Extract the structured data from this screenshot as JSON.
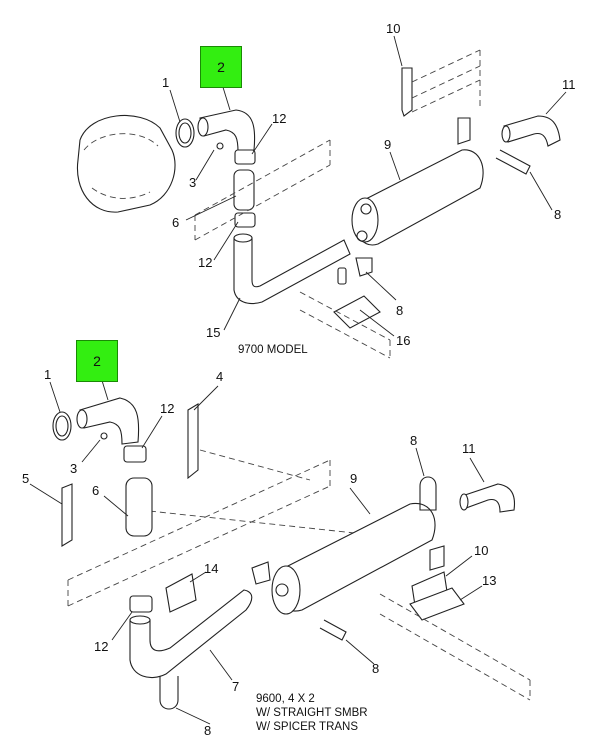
{
  "diagrams": [
    {
      "caption_lines": [
        "9700 MODEL"
      ],
      "highlighted_callout": "2",
      "callouts": [
        "1",
        "3",
        "12",
        "6",
        "12",
        "15",
        "10",
        "11",
        "9",
        "8",
        "8",
        "16"
      ]
    },
    {
      "caption_lines": [
        "9600, 4 X 2",
        "W/ STRAIGHT SMBR",
        "W/ SPICER TRANS"
      ],
      "highlighted_callout": "2",
      "callouts": [
        "1",
        "3",
        "4",
        "12",
        "5",
        "6",
        "8",
        "11",
        "9",
        "14",
        "10",
        "13",
        "12",
        "7",
        "8",
        "8"
      ]
    }
  ],
  "colors": {
    "highlight": "#33ee11",
    "line": "#222222"
  }
}
